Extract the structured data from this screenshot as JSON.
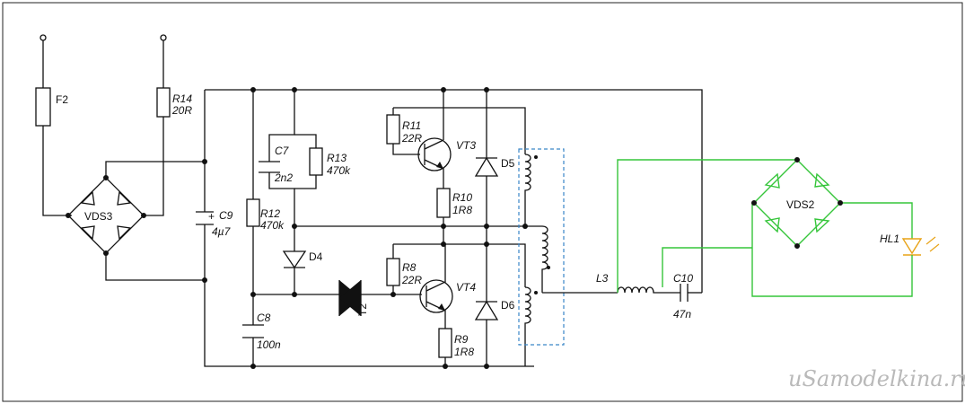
{
  "labels": {
    "f2": "F2",
    "r14": "R14",
    "r14_val": "20R",
    "vds3": "VDS3",
    "c9": "C9",
    "c9_val": "4µ7",
    "c9_plus": "+",
    "c7": "C7",
    "c7_val": "2n2",
    "r13": "R13",
    "r13_val": "470k",
    "r12": "R12",
    "r12_val": "470k",
    "d4": "D4",
    "c8": "C8",
    "c8_val": "100n",
    "t2": "T2",
    "r11": "R11",
    "r11_val": "22R",
    "vt3": "VT3",
    "r10": "R10",
    "r10_val": "1R8",
    "d5": "D5",
    "r8": "R8",
    "r8_val": "22R",
    "vt4": "VT4",
    "r9": "R9",
    "r9_val": "1R8",
    "d6": "D6",
    "l3": "L3",
    "c10": "C10",
    "c10_val": "47n",
    "vds2": "VDS2",
    "hl1": "HL1",
    "watermark": "uSamodelkina.ru"
  },
  "colors": {
    "wire": "#111111",
    "highlight": "#35c53a",
    "dashed": "#3a86c8",
    "led": "#e8a317"
  }
}
